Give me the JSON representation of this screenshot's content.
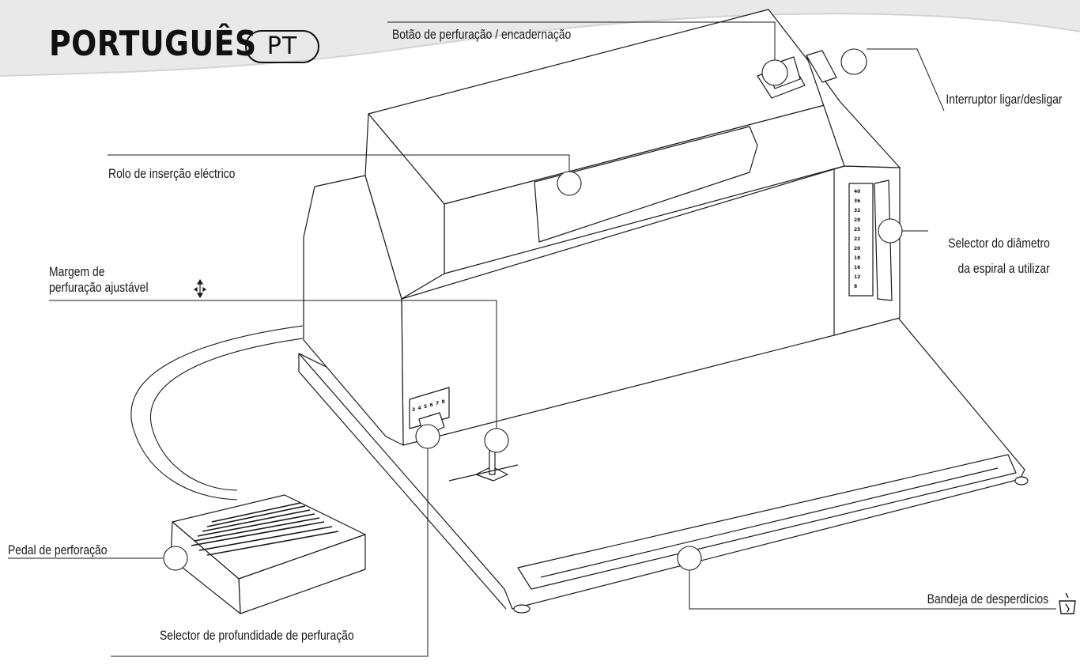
{
  "header": {
    "title": "PORTUGUÊS",
    "language_badge": "PT"
  },
  "labels": {
    "punch_bind_button": "Botão de perfuração / encadernação",
    "power_switch": "Interruptor ligar/desligar",
    "electric_insertion_roller": "Rolo de inserção eléctrico",
    "spiral_diameter_selector_line1": "Selector do diâmetro",
    "spiral_diameter_selector_line2": "da espiral a utilizar",
    "adjustable_margin_line1": "Margem de",
    "adjustable_margin_line2": "perfuração ajustável",
    "foot_pedal": "Pedal de perforação",
    "waste_tray": "Bandeja de desperdícios",
    "punch_depth_selector": "Selector de profundidade de perfuração"
  },
  "diameter_scale": [
    "40",
    "36",
    "32",
    "28",
    "25",
    "22",
    "20",
    "18",
    "16",
    "12",
    "8"
  ],
  "depth_scale": [
    "3",
    "4",
    "5",
    "6",
    "7",
    "8"
  ],
  "icons": {
    "margin_adjust": "double-arrow-vertical-icon",
    "waste_tray": "trash-bin-icon"
  }
}
